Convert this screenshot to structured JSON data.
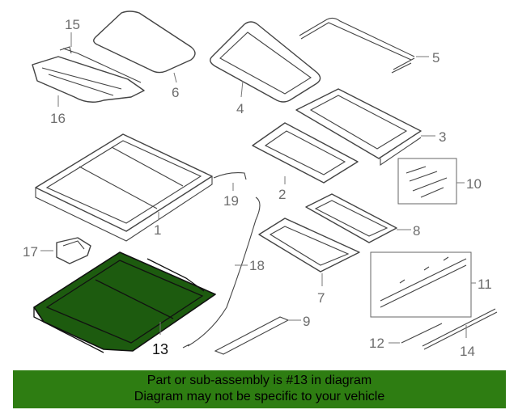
{
  "callouts": {
    "c1": "1",
    "c2": "2",
    "c3": "3",
    "c4": "4",
    "c5": "5",
    "c6": "6",
    "c7": "7",
    "c8": "8",
    "c9": "9",
    "c10": "10",
    "c11": "11",
    "c12": "12",
    "c13": "13",
    "c14": "14",
    "c15": "15",
    "c16": "16",
    "c17": "17",
    "c18": "18",
    "c19": "19"
  },
  "highlight": {
    "part": "13",
    "fill_color": "#1d5b0f"
  },
  "banner": {
    "line1": "Part or sub-assembly is #13 in diagram",
    "line2": "Diagram may not be specific to your vehicle",
    "background": "#2e7d12"
  }
}
